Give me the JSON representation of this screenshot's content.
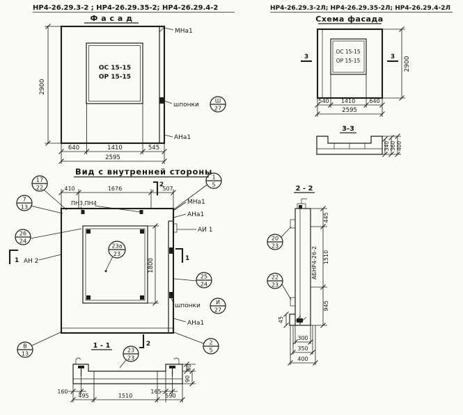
{
  "header": {
    "left_codes": "НР4-26.29.3-2 ; НР4-26.29.35-2; НР4-26.29.4-2",
    "right_codes": "НР4-26.29.3-2Л; НР4-26.29.35-2Л; НР4-26.29.4-2Л"
  },
  "facade": {
    "title": "Ф а с а д",
    "window_line1": "ОС 15-15",
    "window_line2": "ОР 15-15",
    "mark_top": "МНа1",
    "label_keys": "шпонки",
    "callout_keys": [
      "Ш",
      "27"
    ],
    "mark_corner": "АНа1",
    "dim_height": "2900",
    "dims_bottom": [
      "640",
      "1410",
      "545"
    ],
    "dim_total": "2595"
  },
  "scheme": {
    "title": "Схема фасада",
    "window_line1": "ОС 15-15",
    "window_line2": "ОР 15-15",
    "section_mark": "3",
    "dim_height": "2900",
    "dims_bottom": [
      "540",
      "1410",
      "640"
    ],
    "dim_total": "2595",
    "section_title": "3-3",
    "section_dims": [
      "340",
      "360",
      "400"
    ]
  },
  "inner": {
    "title": "Вид с внутренней стороны",
    "dims_top": [
      "410",
      "1676",
      "507"
    ],
    "dim_window_height": "1800",
    "label_pn": "ПН3,ПН4",
    "mark_mna1": "МНа1",
    "mark_ana1_top": "АНа1",
    "mark_ai1": "АИ 1",
    "mark_an2": "АН 2",
    "label_keys": "шпонки",
    "mark_ana1_bottom": "АНа1",
    "section1_mark": "1",
    "section2_mark": "2",
    "callout_17_22": [
      "17",
      "22"
    ],
    "callout_7_13": [
      "7",
      "13"
    ],
    "callout_1_5": [
      "1",
      "5"
    ],
    "callout_26_24": [
      "26",
      "24"
    ],
    "callout_23a_23": [
      "23а",
      "23"
    ],
    "callout_25_24": [
      "25",
      "24"
    ],
    "callout_keys": [
      "И",
      "27"
    ],
    "callout_v_13": [
      "В",
      "13"
    ],
    "callout_2_5": [
      "2",
      "5"
    ]
  },
  "section11": {
    "title": "1 - 1",
    "callout_23_23": [
      "23",
      "23"
    ],
    "dims_small": [
      "160",
      "165"
    ],
    "dims_bottom": [
      "495",
      "1510",
      "590"
    ],
    "dim_40": "40",
    "dim_90": "90"
  },
  "section22": {
    "title": "2 - 2",
    "callout_20_23": [
      "20",
      "23"
    ],
    "callout_22_23": [
      "22",
      "23"
    ],
    "label_block": "АБНР4-26-2",
    "dims_right": [
      "445",
      "1510",
      "945"
    ],
    "dim_45": "45",
    "dims_bottom": [
      "300",
      "350",
      "400"
    ]
  }
}
